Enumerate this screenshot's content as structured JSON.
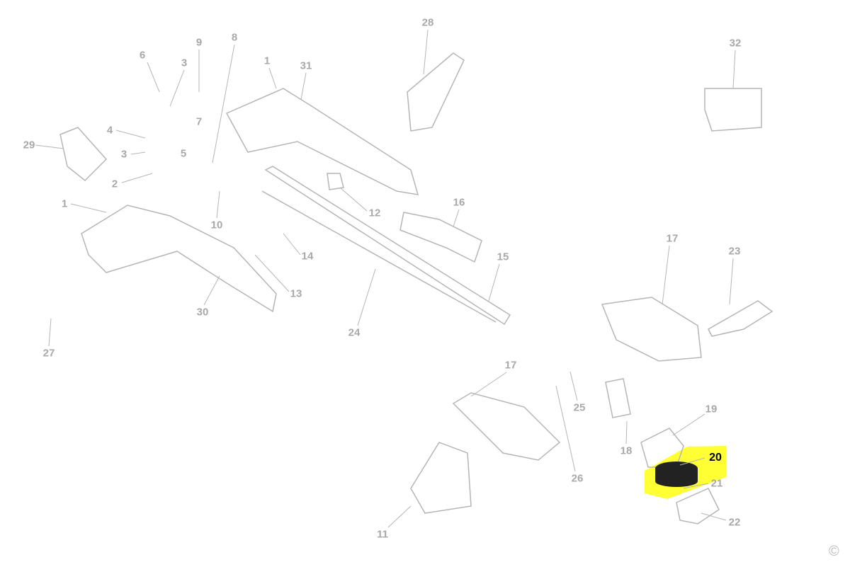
{
  "diagram": {
    "highlight_color": "#ffff33",
    "highlighted_part": "20",
    "labels": [
      "28",
      "32",
      "8",
      "9",
      "6",
      "3",
      "1",
      "31",
      "7",
      "4",
      "29",
      "3",
      "5",
      "2",
      "1",
      "10",
      "12",
      "16",
      "14",
      "15",
      "17",
      "23",
      "13",
      "30",
      "24",
      "27",
      "17",
      "25",
      "19",
      "18",
      "20",
      "21",
      "26",
      "22",
      "11"
    ],
    "copyright": "©"
  }
}
